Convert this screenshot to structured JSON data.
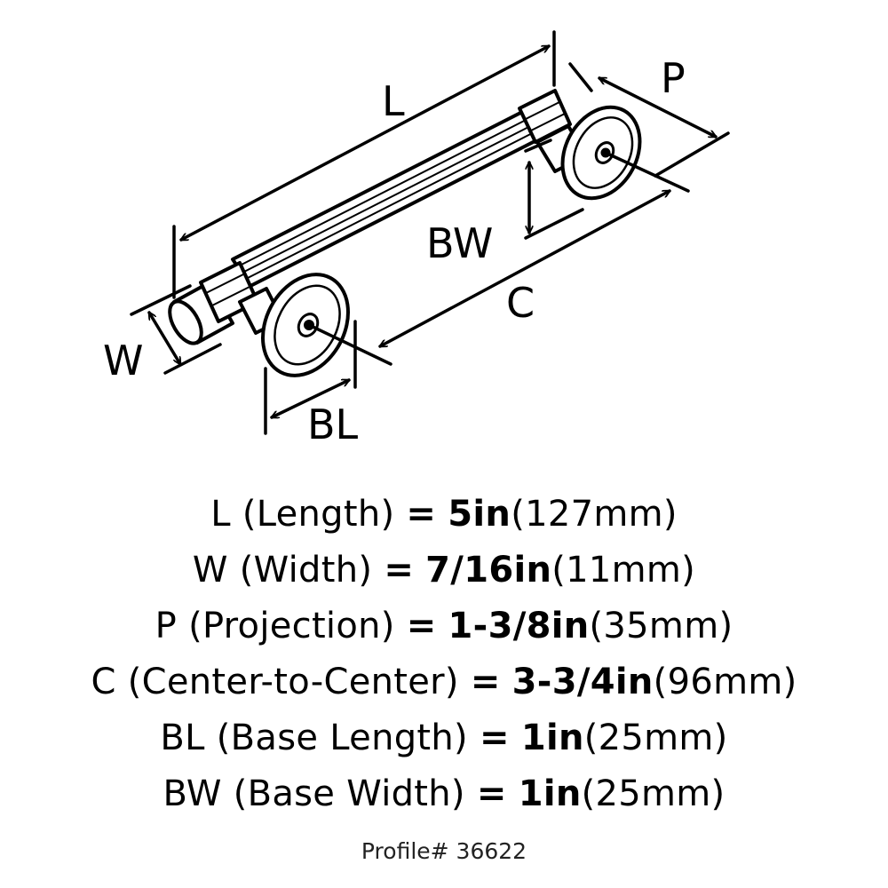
{
  "diagram": {
    "labels": {
      "L": "L",
      "P": "P",
      "BW": "BW",
      "C": "C",
      "W": "W",
      "BL": "BL"
    }
  },
  "specs": [
    {
      "code": "L",
      "desc": "(Length)",
      "eq": "=",
      "imperial": "5in",
      "metric": "(127mm)"
    },
    {
      "code": "W",
      "desc": "(Width)",
      "eq": "=",
      "imperial": "7/16in",
      "metric": "(11mm)"
    },
    {
      "code": "P",
      "desc": "(Projection)",
      "eq": "=",
      "imperial": "1-3/8in",
      "metric": "(35mm)"
    },
    {
      "code": "C",
      "desc": "(Center-to-Center)",
      "eq": "=",
      "imperial": "3-3/4in",
      "metric": "(96mm)"
    },
    {
      "code": "BL",
      "desc": "(Base Length)",
      "eq": "=",
      "imperial": "1in",
      "metric": "(25mm)"
    },
    {
      "code": "BW",
      "desc": "(Base Width)",
      "eq": "=",
      "imperial": "1in",
      "metric": "(25mm)"
    }
  ],
  "profile": "Profile# 36622"
}
